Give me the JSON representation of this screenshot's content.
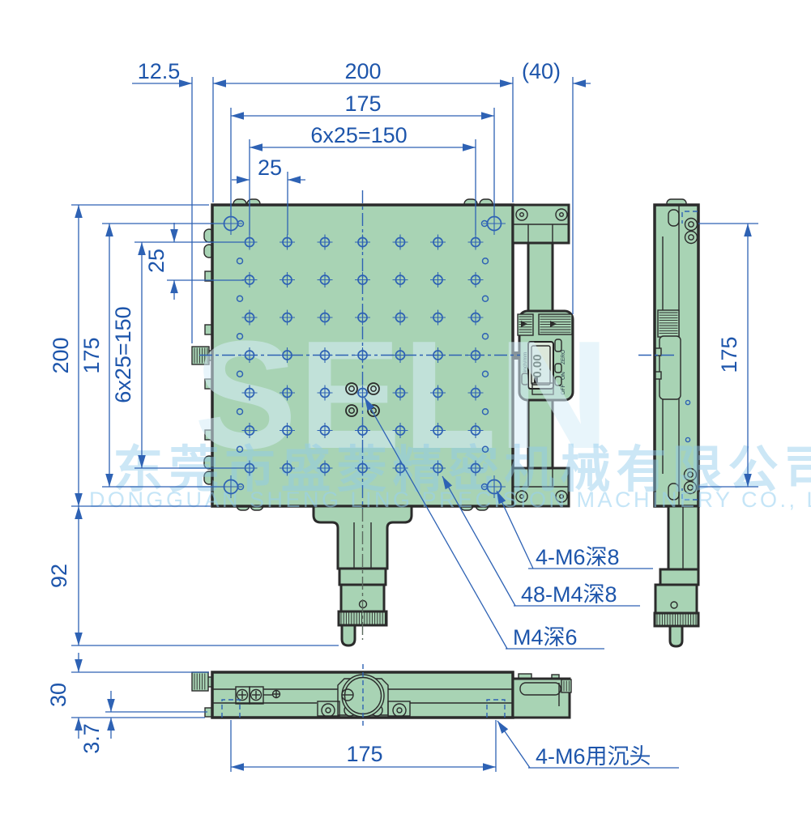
{
  "drawing": {
    "type": "mechanical-dimension-drawing",
    "subject": "XY precision linear stage, 200x200 table"
  },
  "dimensions": {
    "top": {
      "knob_offset": "12.5",
      "overall_width": "200",
      "indicator_ref": "(40)",
      "hole_span": "175",
      "grid_span": "6x25=150",
      "pitch": "25"
    },
    "left": {
      "overall_height": "200",
      "hole_span": "175",
      "grid_span": "6x25=150",
      "pitch": "25",
      "micrometer_drop": "92"
    },
    "side": {
      "hole_span": "175"
    },
    "bottom": {
      "base_height": "30",
      "lip": "3.7",
      "counterbore_span": "175"
    }
  },
  "notes": {
    "corner_holes": "4-M6深8",
    "grid_holes": "48-M4深8",
    "center_hole": "M4深6",
    "counterbore": "4-M6用沉头"
  },
  "indicator": {
    "display_value": "0.00",
    "button_zero": "ZERO",
    "button_on": "ON",
    "button_off": "OFF",
    "unit_label": "inch/mm"
  },
  "watermark": {
    "brand": "SELN",
    "company_cn": "东莞市盛菱精密机械有限公司",
    "company_en": "DONGGUAN SHENG LING PRECISION MACHINERY CO., LTD."
  },
  "colors": {
    "dimension_blue": "#2e62b4",
    "text_blue": "#1d55ab",
    "part_green": "#a8d3b4",
    "outline_dark": "#2b2b2b",
    "watermark_blue": "#bcdcf2"
  }
}
